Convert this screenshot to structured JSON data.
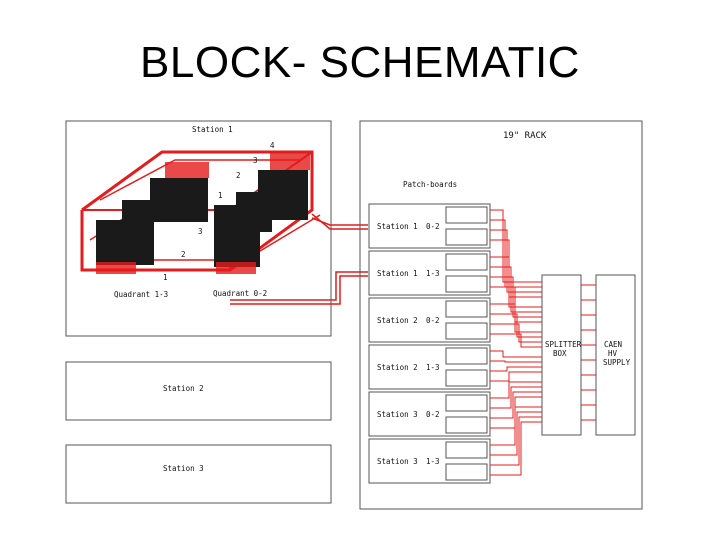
{
  "title": "BLOCK- SCHEMATIC",
  "station1": {
    "label": "Station 1",
    "numbers_back": [
      "4",
      "3",
      "2",
      "1"
    ],
    "numbers_front": [
      "3",
      "2",
      "1"
    ],
    "quadrant_a": "Quadrant 1-3",
    "quadrant_b": "Quadrant 0-2"
  },
  "station2": {
    "label": "Station 2"
  },
  "station3": {
    "label": "Station 3"
  },
  "rack": {
    "label": "19\" RACK",
    "patch_label": "Patch-boards",
    "patch_boards": [
      {
        "station": "Station 1",
        "quadrant": "0-2"
      },
      {
        "station": "Station 1",
        "quadrant": "1-3"
      },
      {
        "station": "Station 2",
        "quadrant": "0-2"
      },
      {
        "station": "Station 2",
        "quadrant": "1-3"
      },
      {
        "station": "Station 3",
        "quadrant": "0-2"
      },
      {
        "station": "Station 3",
        "quadrant": "1-3"
      }
    ],
    "splitter": [
      "SPLITTER",
      "BOX"
    ],
    "caen": [
      "CAEN",
      "HV",
      "SUPPLY"
    ]
  },
  "colors": {
    "cable": "#e51c1c",
    "module": "#1a1a1a",
    "border": "#555555"
  }
}
